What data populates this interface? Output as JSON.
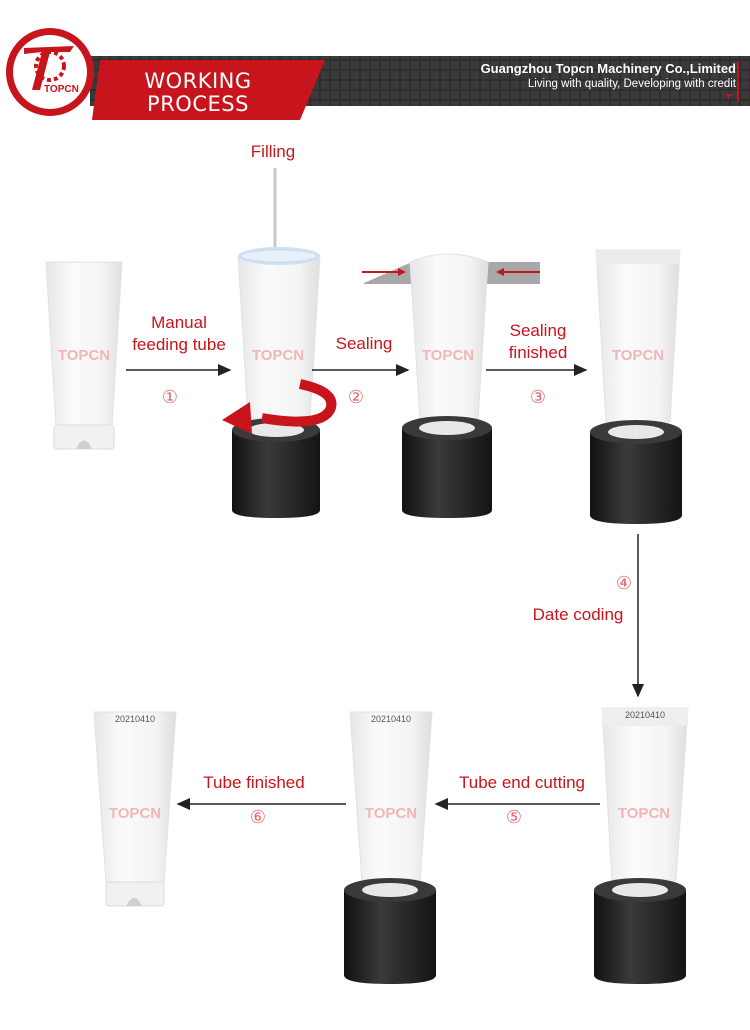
{
  "header": {
    "logo_text": "TOPCN",
    "title_line1": "WORKING",
    "title_line2": "PROCESS",
    "company": "Guangzhou Topcn Machinery Co.,Limited",
    "slogan": "Living with quality, Developing with credit"
  },
  "watermark": "TOPCN",
  "date_code": "20210410",
  "steps": [
    {
      "num": "①",
      "label_line1": "Manual",
      "label_line2": "feeding tube"
    },
    {
      "num": "②",
      "label": "Sealing"
    },
    {
      "num": "③",
      "label_line1": "Sealing",
      "label_line2": "finished"
    },
    {
      "num": "④",
      "label": "Date coding"
    },
    {
      "num": "⑤",
      "label": "Tube end cutting"
    },
    {
      "num": "⑥",
      "label": "Tube finished"
    }
  ],
  "filling_label": "Filling",
  "colors": {
    "accent": "#c8141c",
    "header_bg": "#2a2a2a",
    "holder": "#222222"
  }
}
